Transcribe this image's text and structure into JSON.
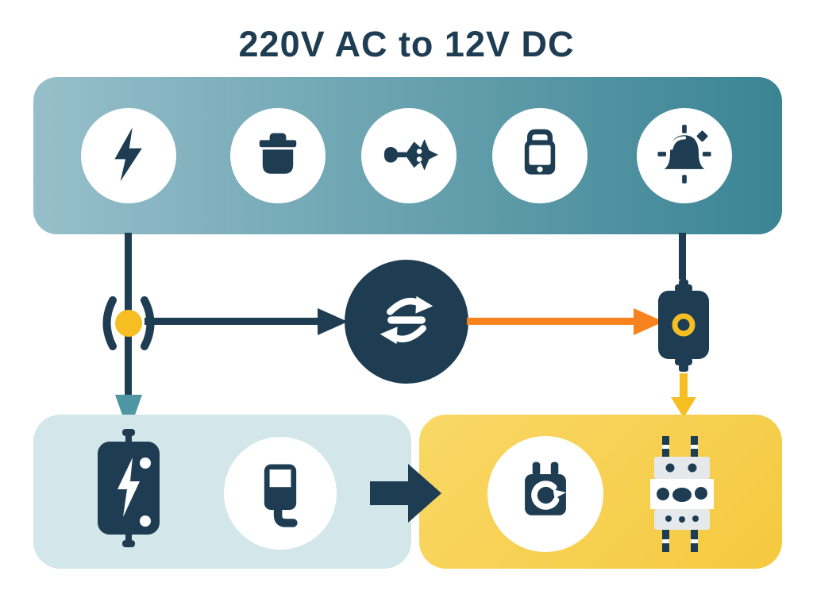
{
  "title": "220V AC to 12V DC",
  "colors": {
    "navy": "#1E3D53",
    "banner_left": "#97BFCA",
    "banner_right": "#3A8494",
    "box_blue": "#D3E7EA",
    "box_yellow_1": "#F9D866",
    "box_yellow_2": "#F5C93F",
    "orange": "#F8821D",
    "yellow": "#F6BE23",
    "teal": "#4E96A3",
    "block_gray": "#E6E9EC",
    "white": "#FFFFFF"
  },
  "banner": {
    "icons": [
      "lightning-bolt",
      "cooking-pot",
      "blender-mixer",
      "tablet-device",
      "alarm-bell"
    ]
  },
  "flow": {
    "source_node": "ac-tap-point",
    "converter": "ac-dc-converter",
    "dc_module": "dc-adapter-module",
    "arrows": [
      "ac-to-converter",
      "converter-to-module",
      "module-to-output",
      "source-to-low-voltage",
      "low-voltage-to-output"
    ]
  },
  "boxes": {
    "low_voltage": {
      "icons": [
        "power-supply-unit",
        "wall-adapter-with-cord"
      ]
    },
    "output": {
      "icons": [
        "plug-adapter",
        "terminal-block"
      ]
    }
  }
}
